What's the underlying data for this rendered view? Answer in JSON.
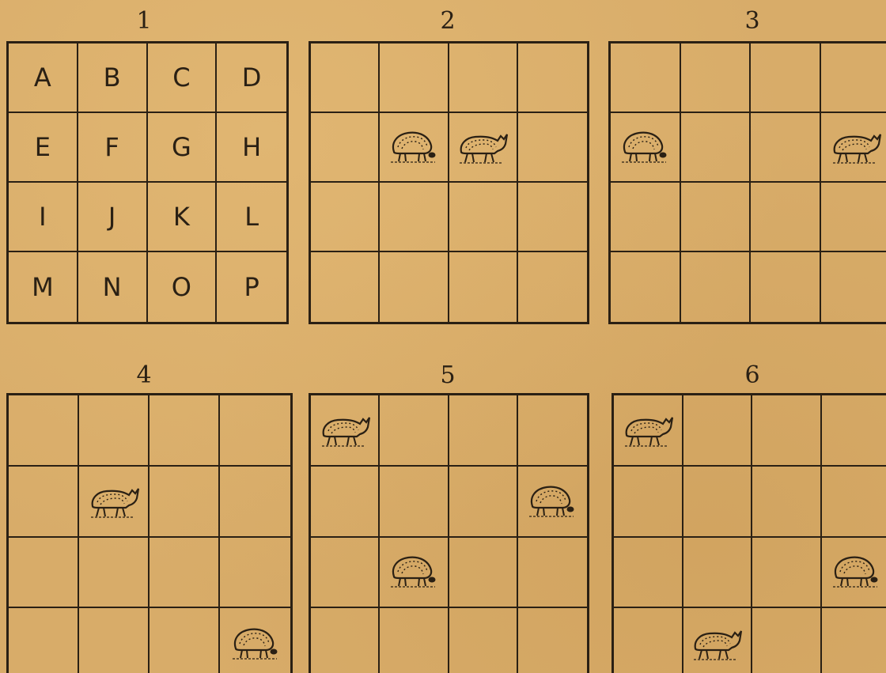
{
  "panels": [
    {
      "label": "1"
    },
    {
      "label": "2"
    },
    {
      "label": "3"
    },
    {
      "label": "4"
    },
    {
      "label": "5"
    },
    {
      "label": "6"
    }
  ],
  "key_letters": [
    "A",
    "B",
    "C",
    "D",
    "E",
    "F",
    "G",
    "H",
    "I",
    "J",
    "K",
    "L",
    "M",
    "N",
    "O",
    "P"
  ],
  "sheep_positions": {
    "panel_2": [
      {
        "cell": "F",
        "pose": "grazing"
      },
      {
        "cell": "G",
        "pose": "standing"
      }
    ],
    "panel_3": [
      {
        "cell": "E",
        "pose": "grazing"
      },
      {
        "cell": "H",
        "pose": "standing"
      }
    ],
    "panel_4": [
      {
        "cell": "F",
        "pose": "standing"
      },
      {
        "cell": "P",
        "pose": "grazing"
      }
    ],
    "panel_5": [
      {
        "cell": "A",
        "pose": "standing"
      },
      {
        "cell": "H",
        "pose": "grazing"
      },
      {
        "cell": "J",
        "pose": "grazing"
      }
    ],
    "panel_6": [
      {
        "cell": "A",
        "pose": "standing"
      },
      {
        "cell": "L",
        "pose": "grazing"
      },
      {
        "cell": "N",
        "pose": "standing"
      }
    ]
  }
}
